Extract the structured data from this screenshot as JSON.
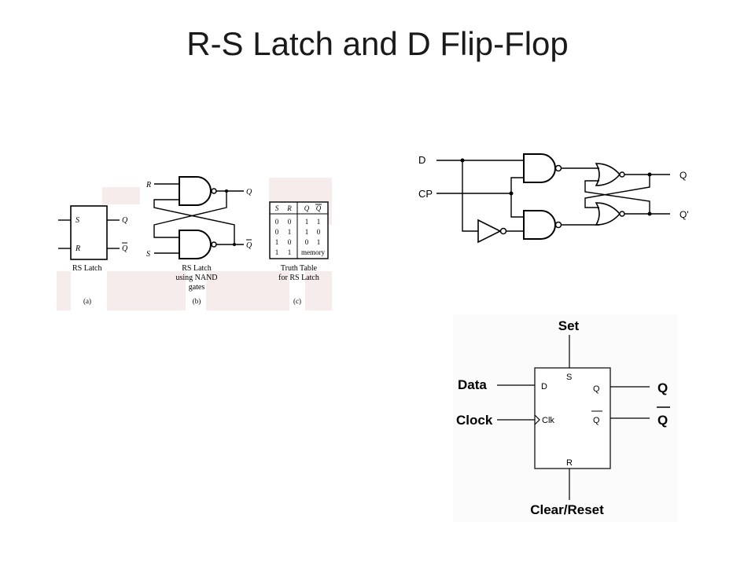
{
  "slide": {
    "title": "R-S Latch and D Flip-Flop"
  },
  "rs_panel": {
    "a": {
      "in_s": "S",
      "in_r": "R",
      "out_q": "Q",
      "out_qbar": "Q",
      "caption": "RS Latch",
      "tag": "(a)"
    },
    "b": {
      "in_r": "R",
      "in_s": "S",
      "out_q": "Q",
      "out_qbar": "Q",
      "caption": [
        "RS Latch",
        "using NAND",
        "gates"
      ],
      "tag": "(b)"
    },
    "c": {
      "headers": [
        "S",
        "R",
        "Q",
        "Q"
      ],
      "rows": [
        [
          "0",
          "0",
          "1",
          "1"
        ],
        [
          "0",
          "1",
          "1",
          "0"
        ],
        [
          "1",
          "0",
          "0",
          "1"
        ],
        [
          "1",
          "1",
          "memory",
          ""
        ]
      ],
      "caption": [
        "Truth Table",
        "for RS Latch"
      ],
      "tag": "(c)"
    }
  },
  "d_circuit": {
    "in_d": "D",
    "in_cp": "CP",
    "out_q": "Q",
    "out_qprime": "Q'"
  },
  "dff_block": {
    "set": "Set",
    "data": "Data",
    "clock": "Clock",
    "reset": "Clear/Reset",
    "out_q": "Q",
    "out_qbar": "Q",
    "pin_d": "D",
    "pin_s": "S",
    "pin_q": "Q",
    "pin_qbar": "Q",
    "pin_clk": "Clk",
    "pin_r": "R"
  }
}
